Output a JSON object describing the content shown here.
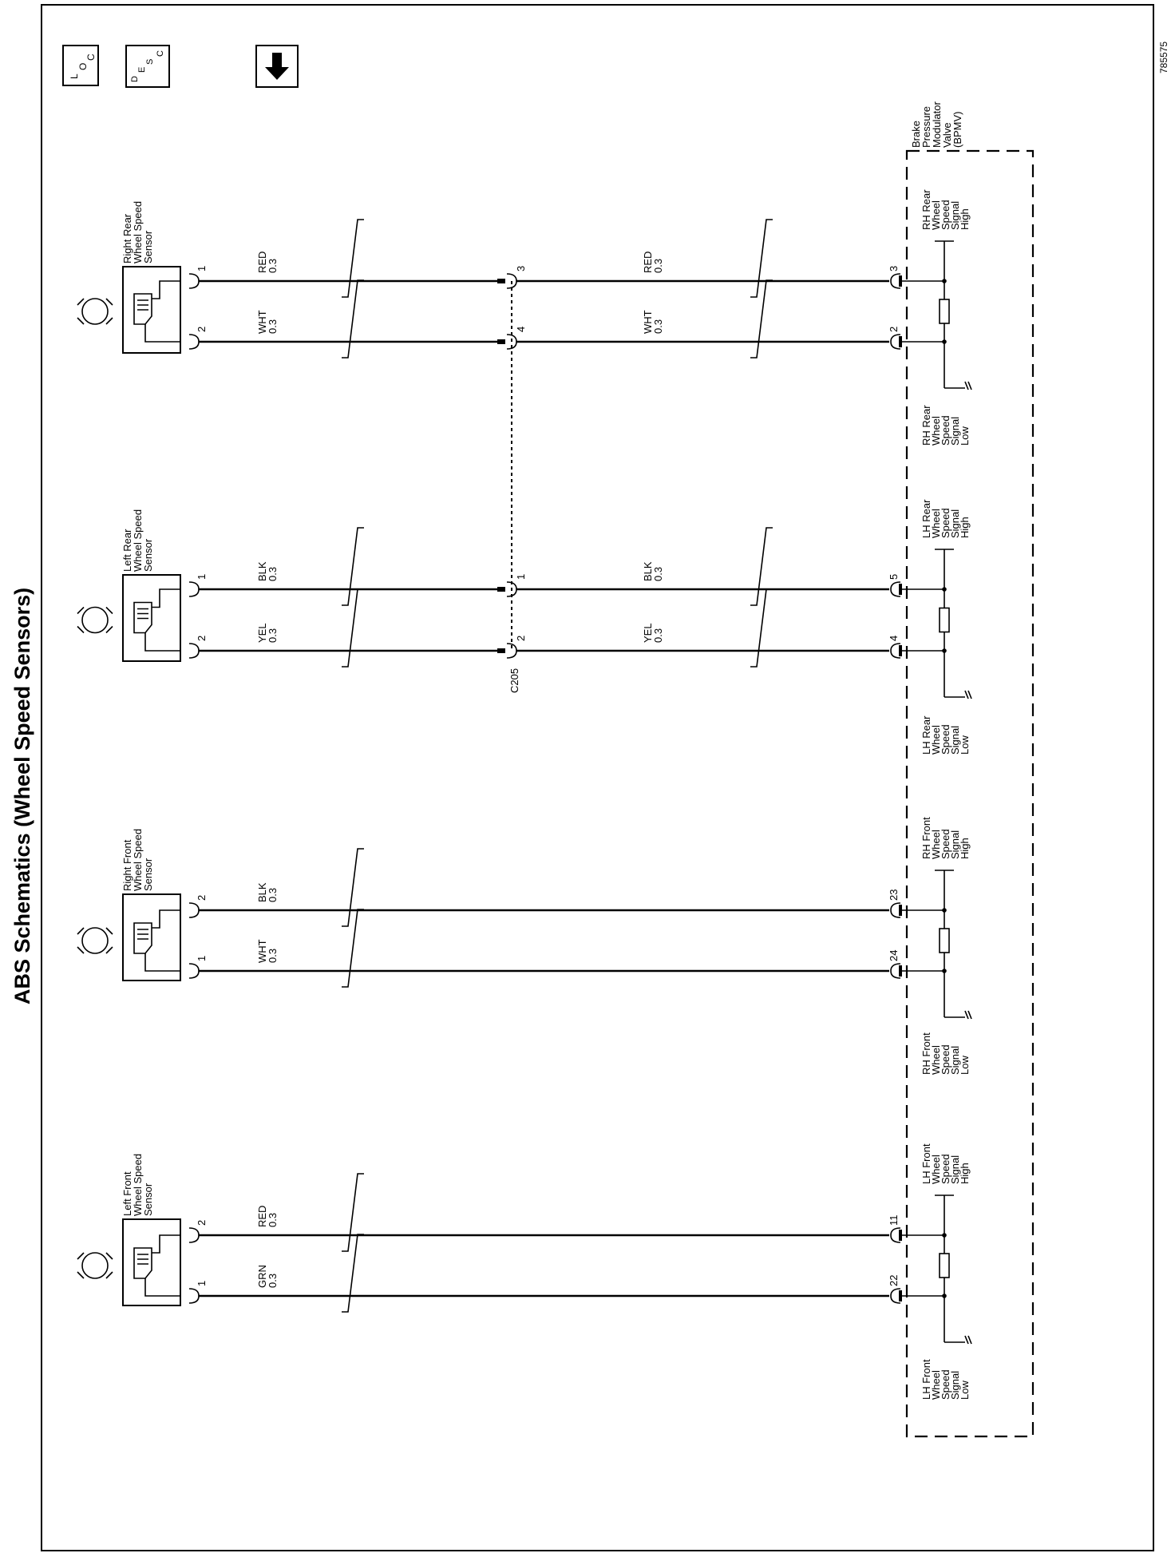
{
  "title": "ABS Schematics (Wheel Speed Sensors)",
  "ref_number": "785575",
  "nav": {
    "loc_letters": [
      "L",
      "O",
      "C"
    ],
    "desc_letters": [
      "D",
      "E",
      "S",
      "C"
    ],
    "arrow_glyph": "⬇"
  },
  "module": {
    "name": [
      "Brake",
      "Pressure",
      "Modulator",
      "Valve",
      "(BPMV)"
    ]
  },
  "connector": {
    "name": "C205"
  },
  "sensors": [
    {
      "id": "rr",
      "name": [
        "Right Rear",
        "Wheel Speed",
        "Sensor"
      ],
      "high_circuit": {
        "sensor_pin": "1",
        "color": "RED",
        "gauge": "0.3",
        "c205_pin": "3",
        "color2": "RED",
        "gauge2": "0.3",
        "bpmv_pin": "3",
        "signal": [
          "RH Rear",
          "Wheel",
          "Speed",
          "Signal",
          "High"
        ]
      },
      "low_circuit": {
        "sensor_pin": "2",
        "color": "WHT",
        "gauge": "0.3",
        "c205_pin": "4",
        "color2": "WHT",
        "gauge2": "0.3",
        "bpmv_pin": "2",
        "signal": [
          "RH Rear",
          "Wheel",
          "Speed",
          "Signal",
          "Low"
        ]
      }
    },
    {
      "id": "lr",
      "name": [
        "Left Rear",
        "Wheel Speed",
        "Sensor"
      ],
      "high_circuit": {
        "sensor_pin": "1",
        "color": "BLK",
        "gauge": "0.3",
        "c205_pin": "1",
        "color2": "BLK",
        "gauge2": "0.3",
        "bpmv_pin": "5",
        "signal": [
          "LH Rear",
          "Wheel",
          "Speed",
          "Signal",
          "High"
        ]
      },
      "low_circuit": {
        "sensor_pin": "2",
        "color": "YEL",
        "gauge": "0.3",
        "c205_pin": "2",
        "color2": "YEL",
        "gauge2": "0.3",
        "bpmv_pin": "4",
        "signal": [
          "LH Rear",
          "Wheel",
          "Speed",
          "Signal",
          "Low"
        ]
      }
    },
    {
      "id": "rf",
      "name": [
        "Right Front",
        "Wheel Speed",
        "Sensor"
      ],
      "high_circuit": {
        "sensor_pin": "2",
        "color": "BLK",
        "gauge": "0.3",
        "bpmv_pin": "23",
        "signal": [
          "RH Front",
          "Wheel",
          "Speed",
          "Signal",
          "High"
        ]
      },
      "low_circuit": {
        "sensor_pin": "1",
        "color": "WHT",
        "gauge": "0.3",
        "bpmv_pin": "24",
        "signal": [
          "RH Front",
          "Wheel",
          "Speed",
          "Signal",
          "Low"
        ]
      }
    },
    {
      "id": "lf",
      "name": [
        "Left Front",
        "Wheel Speed",
        "Sensor"
      ],
      "high_circuit": {
        "sensor_pin": "2",
        "color": "RED",
        "gauge": "0.3",
        "bpmv_pin": "11",
        "signal": [
          "LH Front",
          "Wheel",
          "Speed",
          "Signal",
          "High"
        ]
      },
      "low_circuit": {
        "sensor_pin": "1",
        "color": "GRN",
        "gauge": "0.3",
        "bpmv_pin": "22",
        "signal": [
          "LH Front",
          "Wheel",
          "Speed",
          "Signal",
          "Low"
        ]
      }
    }
  ]
}
